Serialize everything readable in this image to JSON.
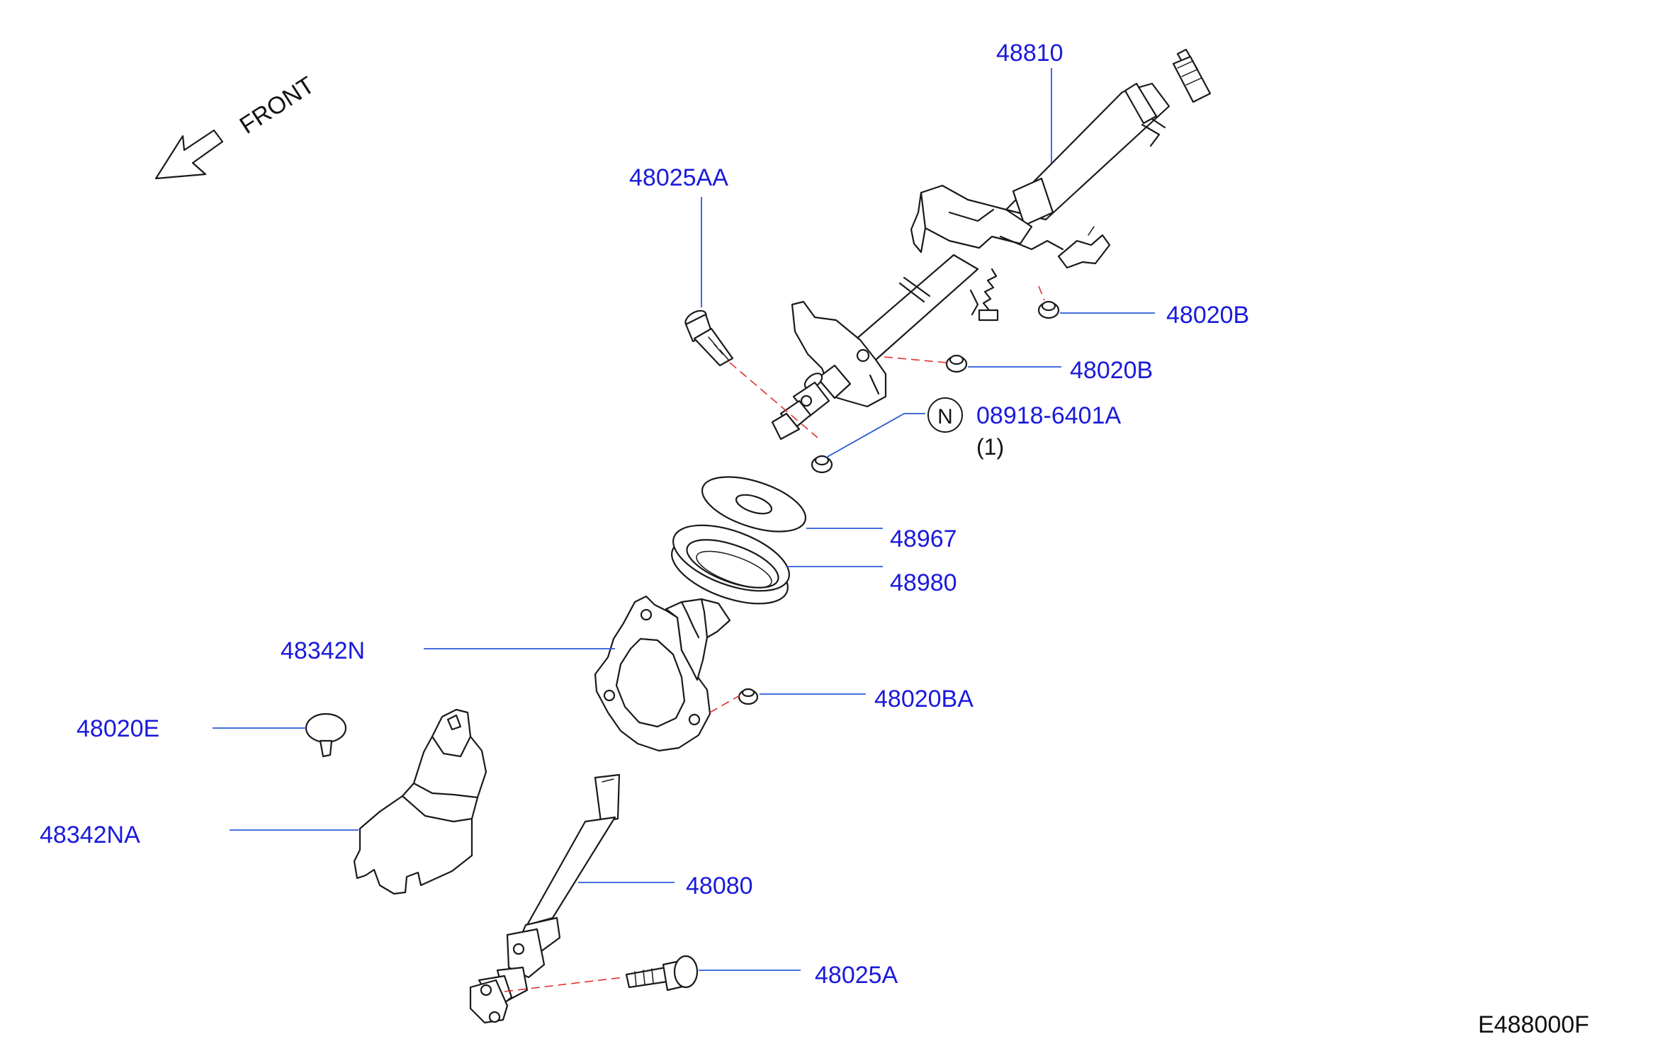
{
  "front_arrow": {
    "label": "FRONT",
    "icon": "front-direction-arrow-icon"
  },
  "parts": {
    "column_assembly": "48810",
    "bolt_upper": "48025AA",
    "nut_b1": "48020B",
    "nut_b2": "48020B",
    "nut_n": "08918-6401A",
    "nut_n_qty": "(1)",
    "nut_n_marker": "N",
    "washer": "48967",
    "seal": "48980",
    "cover_upper": "48342N",
    "nut_ba": "48020BA",
    "clip": "48020E",
    "cover_lower": "48342NA",
    "lower_shaft": "48080",
    "bolt_lower": "48025A"
  },
  "diagram_code": "E488000F",
  "colors": {
    "label": "#1a1adb",
    "leader": "#2a5bd7",
    "dash": "#e03030",
    "ink": "#1a1a1a"
  }
}
